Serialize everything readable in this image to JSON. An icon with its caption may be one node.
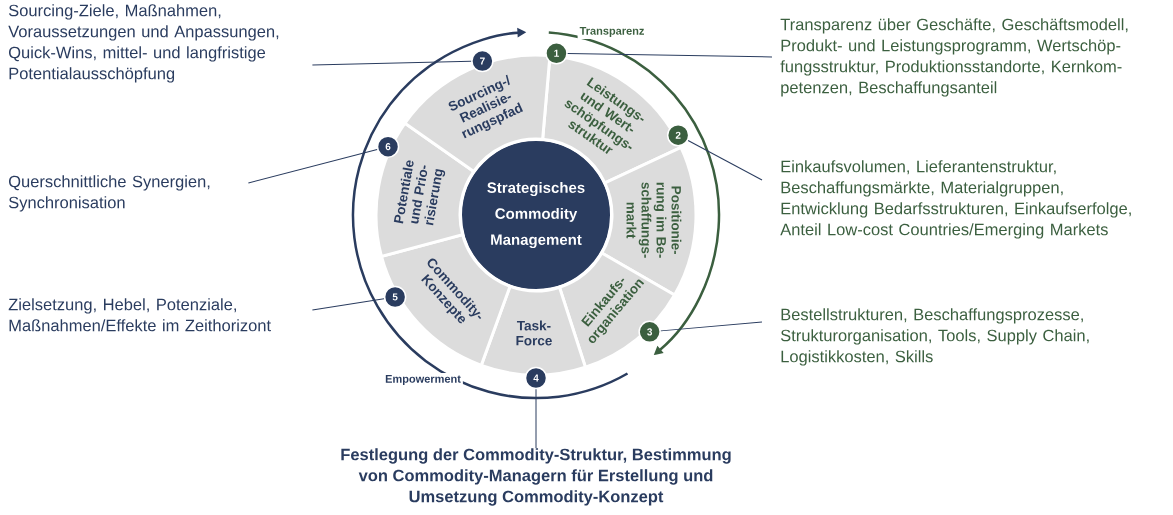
{
  "diagram": {
    "nodes": [
      {
        "text": [
          "Strategisches Commodity Management"
        ]
      },
      {
        "text": [
          "Leistungs- und Wert- schöpfungs- struktur"
        ]
      },
      {
        "text": [
          "Positionie- rung im Be- schaffungs- markt"
        ]
      },
      {
        "text": [
          "Einkaufs- organisation"
        ]
      },
      {
        "text": [
          "Task- Force"
        ]
      },
      {
        "text": [
          "Commodity- Konzepte"
        ]
      },
      {
        "text": [
          "Potentiale und Prio- risierung"
        ]
      },
      {
        "text": [
          "Sourcing-/ Realisie- rungspfad"
        ]
      },
      {
        "text": [
          "1"
        ]
      },
      {
        "text": [
          "2"
        ]
      },
      {
        "text": [
          "3"
        ]
      },
      {
        "text": [
          "4"
        ]
      },
      {
        "text": [
          "5"
        ]
      },
      {
        "text": [
          "6"
        ]
      },
      {
        "text": [
          "7"
        ]
      },
      {
        "text": [
          "Transparenz über Geschäfte, Geschäftsmodell, Produkt- und Leistungsprogramm, Wertschöp- fungsstruktur, Produktionsstandorte, Kernkom- petenzen, Beschaffungsanteil"
        ]
      },
      {
        "text": [
          "Einkaufsvolumen, Lieferantenstruktur, Beschaffungsmärkte, Materialgruppen, Entwicklung Bedarfsstrukturen, Einkaufserfolge, Anteil Low-cost Countries/Emerging Markets"
        ]
      },
      {
        "text": [
          "Bestellstrukturen, Beschaffungsprozesse, Strukturorganisation, Tools, Supply Chain, Logistikkosten, Skills"
        ]
      },
      {
        "text": [
          "Festlegung der Commodity-Struktur, Bestimmung von Commodity-Managern für Erstellung und Umsetzung Commodity-Konzept"
        ]
      },
      {
        "text": [
          "Zielsetzung, Hebel, Potenziale, Maßnahmen/Effekte im Zeithorizont"
        ]
      },
      {
        "text": [
          "Querschnittliche Synergien, Synchronisation"
        ]
      },
      {
        "text": [
          "Sourcing-Ziele, Maßnahmen, Voraussetzungen und Anpassungen, Quick-Wins, mittel- und langfristige Potentialausschöpfung"
        ]
      }
    ],
    "edges": [
      {
        "from": 8,
        "to": 15,
        "arrow": "none"
      },
      {
        "from": 9,
        "to": 16,
        "arrow": "none"
      },
      {
        "from": 10,
        "to": 17,
        "arrow": "none"
      },
      {
        "from": 11,
        "to": 18,
        "arrow": "none"
      },
      {
        "from": 12,
        "to": 19,
        "arrow": "none"
      },
      {
        "from": 13,
        "to": 20,
        "arrow": "none"
      },
      {
        "from": 14,
        "to": 21,
        "arrow": "none"
      }
    ],
    "labels": [
      "Transparenz",
      "Empowerment"
    ]
  }
}
